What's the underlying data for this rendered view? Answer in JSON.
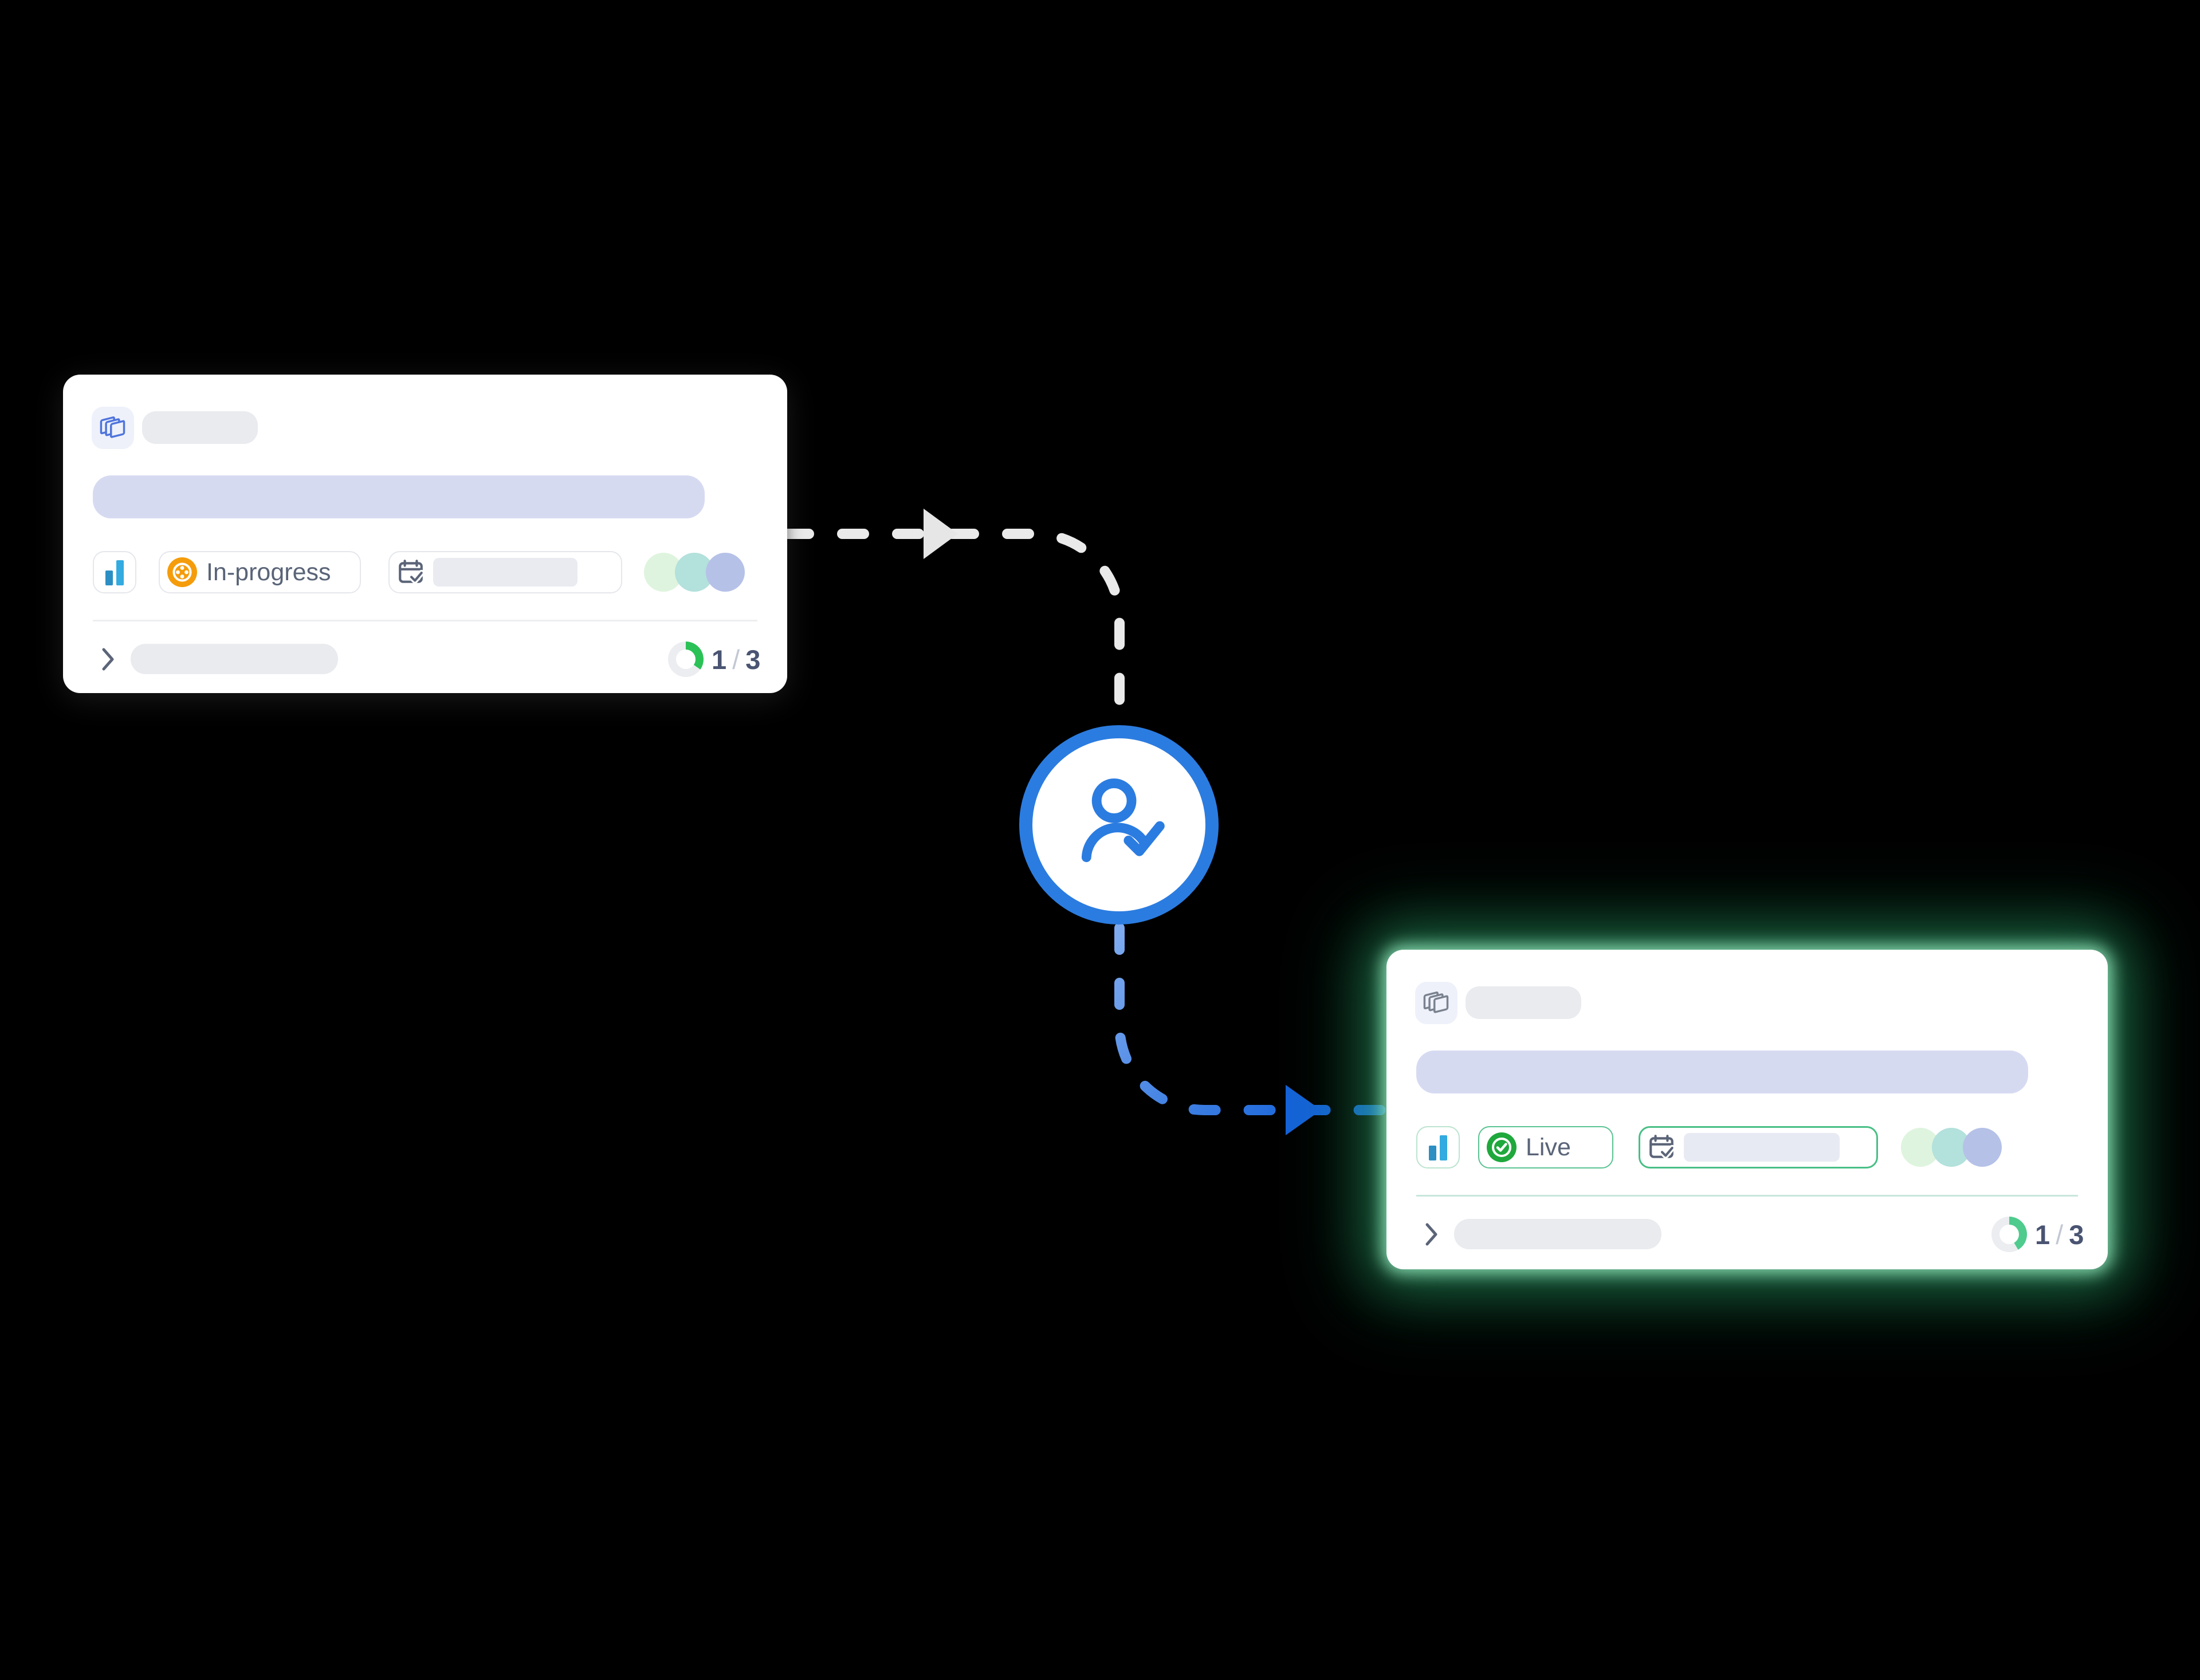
{
  "scene": {
    "background_color": "#000000",
    "connector": {
      "from_line": {
        "style": "dashed",
        "color": "#EAEAEA",
        "arrow_icon": "arrowhead-right-icon"
      },
      "to_line": {
        "style": "dashed",
        "color_start": "#7FABF0",
        "color_end": "#1563D9",
        "arrow_icon": "arrowhead-right-icon"
      },
      "approval_node": {
        "icon": "user-check-icon",
        "ring_color": "#2B7CE0"
      }
    },
    "source_card": {
      "type_icon": "layers-icon",
      "type_icon_color": "#4F74DC",
      "metric_icon": "bar-chart-icon",
      "status": {
        "icon": "in-progress-icon",
        "label": "In-progress",
        "accent": "#F59C0B"
      },
      "due_date_icon": "calendar-check-icon",
      "avatar_count": 3,
      "avatar_colors": [
        "#DEF4DE",
        "#B3E1DC",
        "#B6C1E8"
      ],
      "expander_icon": "chevron-right-icon",
      "progress": {
        "current": "1",
        "separator": "/",
        "total": "3",
        "ring_color": "#2BC157"
      }
    },
    "target_card": {
      "type_icon": "layers-icon",
      "type_icon_color": "#7A828F",
      "metric_icon": "bar-chart-icon",
      "status": {
        "icon": "live-check-icon",
        "label": "Live",
        "accent": "#1FA83C"
      },
      "due_date_icon": "calendar-check-icon",
      "avatar_count": 3,
      "avatar_colors": [
        "#DEF4DE",
        "#B3E1DC",
        "#B6C1E8"
      ],
      "expander_icon": "chevron-right-icon",
      "progress": {
        "current": "1",
        "separator": "/",
        "total": "3",
        "ring_color": "#4FCB8D"
      },
      "glow_color": "#58D695"
    }
  }
}
